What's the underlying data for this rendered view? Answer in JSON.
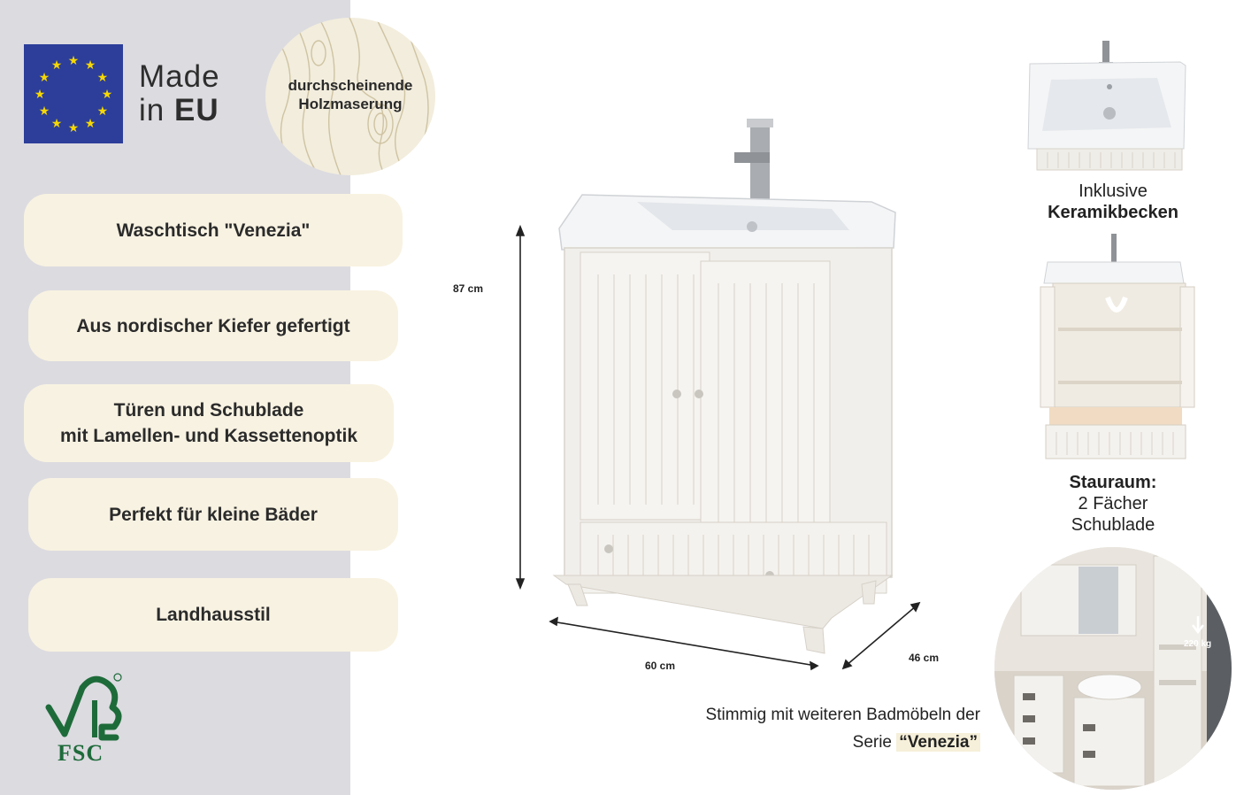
{
  "badges": {
    "made_in": "Made",
    "made_in_line2_prefix": "in",
    "made_in_line2_bold": "EU",
    "wood_line1": "durchscheinende",
    "wood_line2": "Holzmaserung"
  },
  "features": [
    {
      "line1": "Waschtisch \"Venezia\"",
      "line2": ""
    },
    {
      "line1": "Aus nordischer Kiefer gefertigt",
      "line2": ""
    },
    {
      "line1": "Türen und Schublade",
      "line2": "mit Lamellen- und Kassettenoptik"
    },
    {
      "line1": "Perfekt für kleine Bäder",
      "line2": ""
    },
    {
      "line1": "Landhausstil",
      "line2": ""
    }
  ],
  "fsc_label": "FSC",
  "dimensions": {
    "height": "87 cm",
    "width": "60 cm",
    "depth": "46 cm"
  },
  "captions": {
    "sink_line1": "Inklusive",
    "sink_line2": "Keramikbecken",
    "storage_title": "Stauraum:",
    "storage_line1": "2 Fächer",
    "storage_line2": "Schublade",
    "series_line1": "Stimmig mit weiteren Badmöbeln der",
    "series_line2_prefix": "Serie",
    "series_name": "“Venezia”",
    "load": "220 kg"
  },
  "colors": {
    "panel": "#dcdbe0",
    "pill": "#f8f2e2",
    "eu_blue": "#2c3e9a",
    "eu_star": "#f6d700",
    "fsc_green": "#1e6b3a"
  }
}
